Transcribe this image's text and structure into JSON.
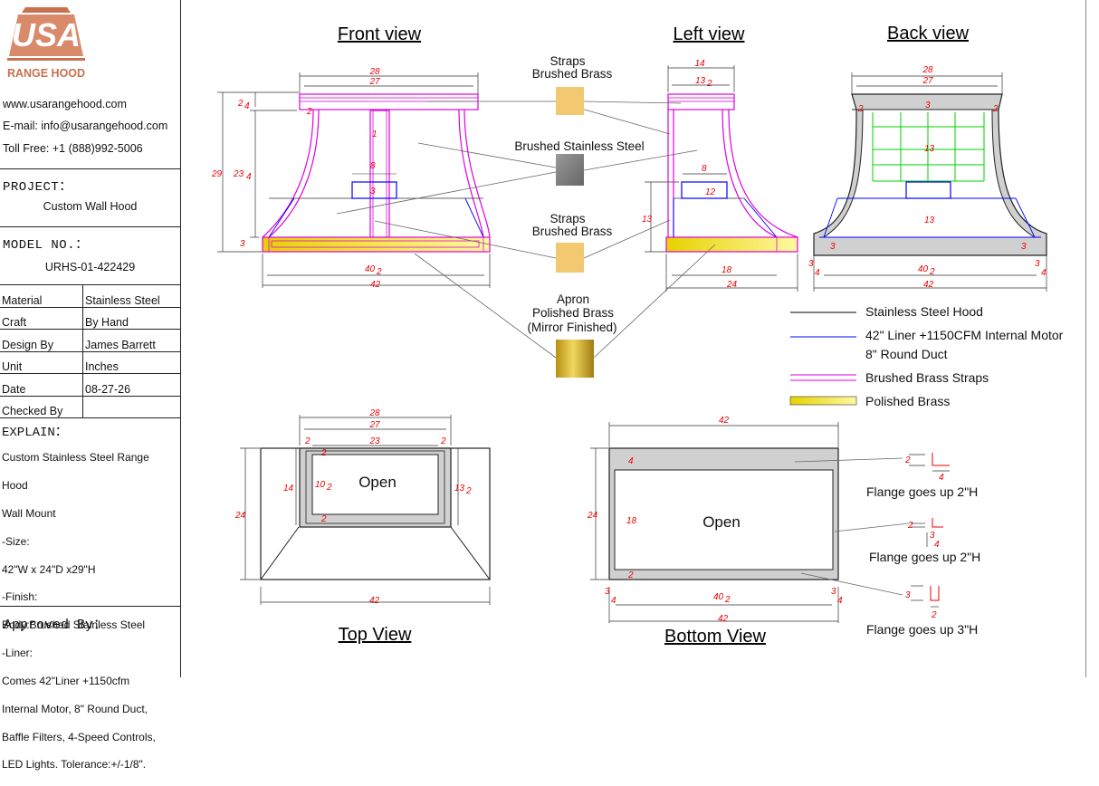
{
  "logo": {
    "brand": "USA",
    "subtitle": "RANGE HOOD"
  },
  "contact": {
    "website": "www.usarangehood.com",
    "email": "E-mail: info@usarangehood.com",
    "phone": "Toll Free: +1 (888)992-5006"
  },
  "project": {
    "label": "PROJECT：",
    "value": "Custom Wall Hood"
  },
  "model": {
    "label": "MODEL NO.：",
    "value": "URHS-01-422429"
  },
  "info_rows": [
    {
      "key": "Material",
      "value": "Stainless Steel"
    },
    {
      "key": "Craft",
      "value": "By Hand"
    },
    {
      "key": "Design By",
      "value": "James Barrett"
    },
    {
      "key": "Unit",
      "value": "Inches"
    },
    {
      "key": "Date",
      "value": "08-27-26"
    },
    {
      "key": "Checked By",
      "value": ""
    }
  ],
  "explain": {
    "label": "EXPLAIN：",
    "lines": [
      "Custom Stainless Steel  Range",
      "Hood",
      "Wall Mount",
      "-Size:",
      "42\"W x 24\"D x29\"H",
      "-Finish:",
      "Body:Brushed Stainless Steel",
      "-Liner:",
      "Comes 42\"Liner +1150cfm",
      "Internal Motor, 8\" Round Duct,",
      "Baffle Filters, 4-Speed Controls,",
      "LED Lights. Tolerance:+/-1/8\"."
    ]
  },
  "approved_by": "Approved By：",
  "view_titles": {
    "front": "Front view",
    "left": "Left view",
    "back": "Back view",
    "top": "Top View",
    "bottom": "Bottom View"
  },
  "materials": {
    "straps1": [
      "Straps",
      "Brushed Brass"
    ],
    "steel": [
      "Brushed Stainless Steel"
    ],
    "straps2": [
      "Straps",
      "Brushed Brass"
    ],
    "apron": [
      "Apron",
      "Polished Brass",
      "(Mirror Finished)"
    ]
  },
  "legend": [
    {
      "label": "Stainless Steel Hood",
      "color": "#000000"
    },
    {
      "label": "42\" Liner +1150CFM Internal  Motor",
      "color": "#0000ff"
    },
    {
      "label": "8\" Round Duct",
      "color": ""
    },
    {
      "label": "Brushed Brass Straps",
      "color": "#ff00ff"
    },
    {
      "label": "Polished Brass",
      "color": "#e8e000"
    }
  ],
  "open_label": "Open",
  "flanges": [
    {
      "label": "Flange goes up 2\"H",
      "dims": [
        "2",
        "4"
      ]
    },
    {
      "label": "Flange goes up 2\"H",
      "dims": [
        "2",
        "3",
        "4"
      ]
    },
    {
      "label": "Flange goes up 3\"H",
      "dims": [
        "3",
        "2"
      ]
    }
  ],
  "dims": {
    "front": {
      "top1": "28",
      "top2": "27",
      "h1": "2",
      "h2": "4",
      "h_total": "29",
      "h_mid1": "23",
      "h_mid2": "4",
      "bot_h": "3",
      "strap_w": "1",
      "duct_w": "8",
      "duct_h": "3",
      "bottom1a": "40",
      "bottom1b": "2",
      "bottom2": "42",
      "cap_small": "2"
    },
    "left": {
      "top1": "14",
      "top2a": "13",
      "top2b": "2",
      "duct_w": "8",
      "duct_h": "12",
      "h_side": "13",
      "bottom1": "18",
      "bottom2": "24"
    },
    "back": {
      "top1": "28",
      "top2": "27",
      "a": "3",
      "b": "2",
      "c": "2",
      "d": "13",
      "e": "13",
      "f": "3",
      "g": "3",
      "bot_l1": "3",
      "bot_l2": "4",
      "bottom1a": "40",
      "bottom1b": "2",
      "bottom2": "42",
      "bot_r1": "3",
      "bot_r2": "4"
    },
    "top": {
      "w1": "28",
      "w2": "27",
      "w3": "23",
      "s1": "2",
      "s2": "2",
      "s3": "2",
      "s4": "2",
      "d14": "14",
      "d10a": "10",
      "d10b": "2",
      "d13a": "13",
      "d13b": "2",
      "d24": "24",
      "w42": "42"
    },
    "bottom": {
      "w42": "42",
      "d24": "24",
      "d18": "18",
      "d4": "4",
      "d2": "2",
      "bl1": "3",
      "bl2": "4",
      "mid1a": "40",
      "mid1b": "2",
      "br1": "3",
      "br2": "4",
      "w42b": "42"
    }
  }
}
